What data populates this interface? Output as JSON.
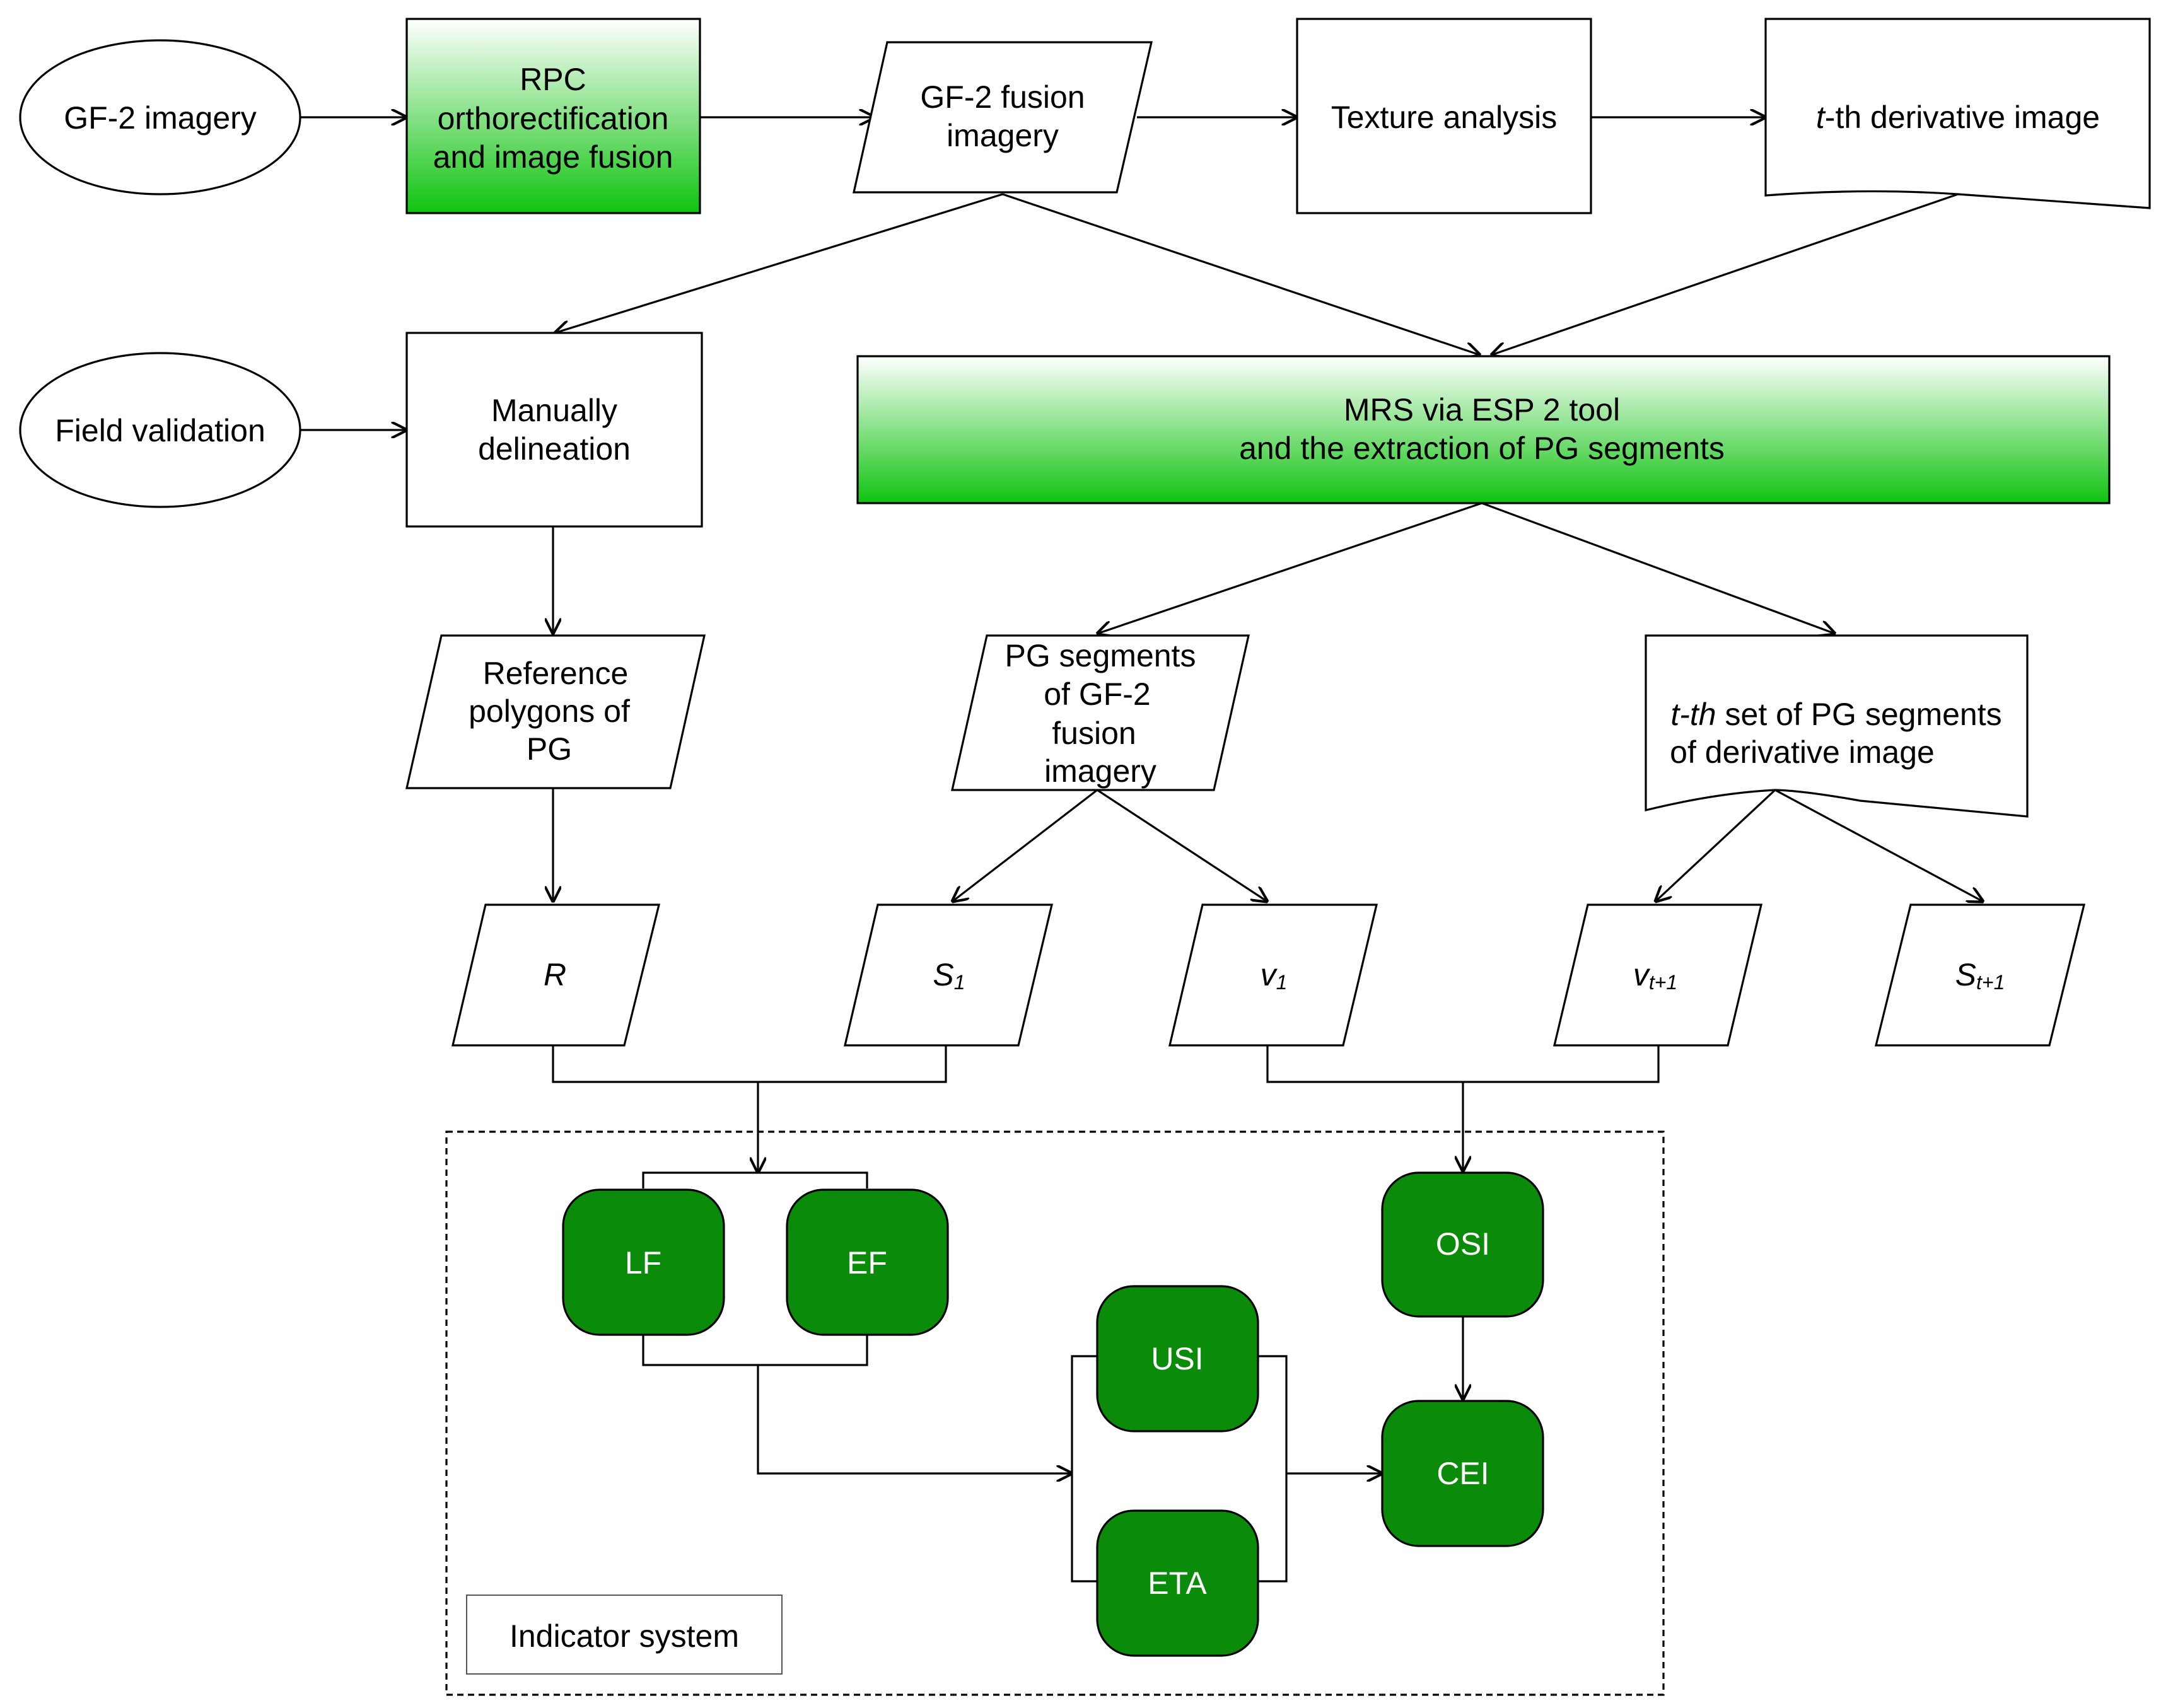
{
  "nodes": {
    "gf2_imagery": "GF-2 imagery",
    "rpc": [
      "RPC",
      "orthorectification",
      "and image fusion"
    ],
    "gf2_fusion": [
      "GF-2 fusion",
      "imagery"
    ],
    "texture": "Texture analysis",
    "deriv_image": {
      "italic": "t",
      "rest": "-th derivative image"
    },
    "field_validation": "Field validation",
    "manual": [
      "Manually",
      "delineation"
    ],
    "mrs": [
      "MRS via ESP 2 tool",
      "and the extraction of PG segments"
    ],
    "reference": [
      "Reference",
      "polygons of",
      "PG"
    ],
    "pg_segments": [
      "PG segments",
      "of GF-2",
      "fusion",
      "imagery"
    ],
    "tth_set": {
      "italic": "t-th",
      "line1_rest": " set of PG segments",
      "line2": "of derivative image"
    },
    "r": "R",
    "s1": {
      "base": "S",
      "sub": "1"
    },
    "v1": {
      "base": "v",
      "sub": "1"
    },
    "vt1": {
      "base": "v",
      "sub": "t+1"
    },
    "st1": {
      "base": "S",
      "sub": "t+1"
    }
  },
  "indicators": {
    "lf": "LF",
    "ef": "EF",
    "usi": "USI",
    "eta": "ETA",
    "osi": "OSI",
    "cei": "CEI",
    "system_label": "Indicator system"
  },
  "colors": {
    "green": "#0a8c0a",
    "gradient_light": "#ffffff",
    "gradient_dark": "#0fc30f"
  }
}
